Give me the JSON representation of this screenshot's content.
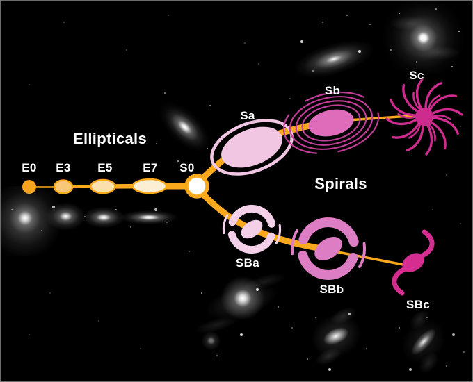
{
  "diagram": {
    "type": "hubble-tuning-fork",
    "elliptical_sequence": [
      "E0",
      "E3",
      "E5",
      "E7",
      "S0"
    ],
    "spiral_sequence": [
      "Sa",
      "Sb",
      "Sc"
    ],
    "barred_spiral_sequence": [
      "SBa",
      "SBb",
      "SBc"
    ]
  },
  "labels": {
    "ellipticals_group": "Ellipticals",
    "spirals_group": "Spirals"
  },
  "nodes": {
    "e0": {
      "label": "E0"
    },
    "e3": {
      "label": "E3"
    },
    "e5": {
      "label": "E5"
    },
    "e7": {
      "label": "E7"
    },
    "s0": {
      "label": "S0"
    },
    "sa": {
      "label": "Sa"
    },
    "sb": {
      "label": "Sb"
    },
    "sc": {
      "label": "Sc"
    },
    "sba": {
      "label": "SBa"
    },
    "sbb": {
      "label": "SBb"
    },
    "sbc": {
      "label": "SBc"
    }
  },
  "icons": {
    "e0": "round-elliptical-icon",
    "e3": "flattened-elliptical-icon",
    "e5": "flatter-elliptical-icon",
    "e7": "cigar-elliptical-icon",
    "s0": "lenticular-icon",
    "sa": "ringed-spiral-icon",
    "sb": "concentric-ring-spiral-icon",
    "sc": "pinwheel-spiral-icon",
    "sba": "barred-spiral-icon",
    "sbb": "barred-spiral-icon",
    "sbc": "s-shape-barred-spiral-icon"
  },
  "colors": {
    "orange": "#F9A91B",
    "e0_fill": "#F5A41F",
    "e3_fill": "#F8C877",
    "e5_fill": "#FBDFAD",
    "e7_fill": "#FCEED2",
    "s0_fill": "#FFFFFF",
    "sa_pink": "#F0C6E2",
    "sb_pink": "#DF6CBA",
    "sb_ring": "#C13D97",
    "sc_magenta": "#CE2B8E",
    "sba_pink": "#F3CFE8",
    "sbb_pink": "#DD7EC4",
    "sbc_magenta": "#D52E90",
    "label_color": "#FFFFFF",
    "background": "#000000"
  }
}
